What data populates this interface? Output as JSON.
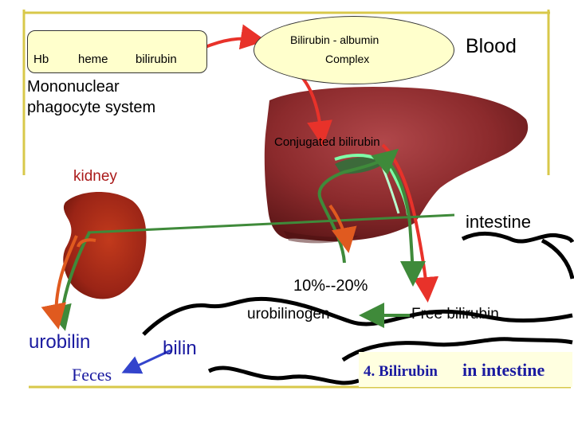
{
  "title_row": {
    "hb": "Hb",
    "heme": "heme",
    "bilirubin": "bilirubin"
  },
  "complex": {
    "line1": "Bilirubin - albumin",
    "line2": "Complex"
  },
  "blood": "Blood",
  "mps": {
    "line1": "Mononuclear",
    "line2": "phagocyte system"
  },
  "conjugated": "Conjugated bilirubin",
  "kidney": "kidney",
  "intestine": "intestine",
  "percent": "10%--20%",
  "urobilinogen": "urobilinogen",
  "free_bilirubin": "Free bilirubin",
  "urobilin": "urobilin",
  "bilin": "bilin",
  "feces": "Feces",
  "caption": {
    "part1": "4. Bilirubin",
    "part2": "in intestine"
  },
  "colors": {
    "frame": "#d8c84a",
    "arrow_red": "#e8322a",
    "arrow_green": "#3f8a3a",
    "arrow_orange": "#e05a1f",
    "arrow_blue": "#3344cc",
    "liver": "#8b2a2c",
    "kidney": "#9a2416",
    "duct": "#7fffa8",
    "caption_blue": "#1a1aa0"
  }
}
